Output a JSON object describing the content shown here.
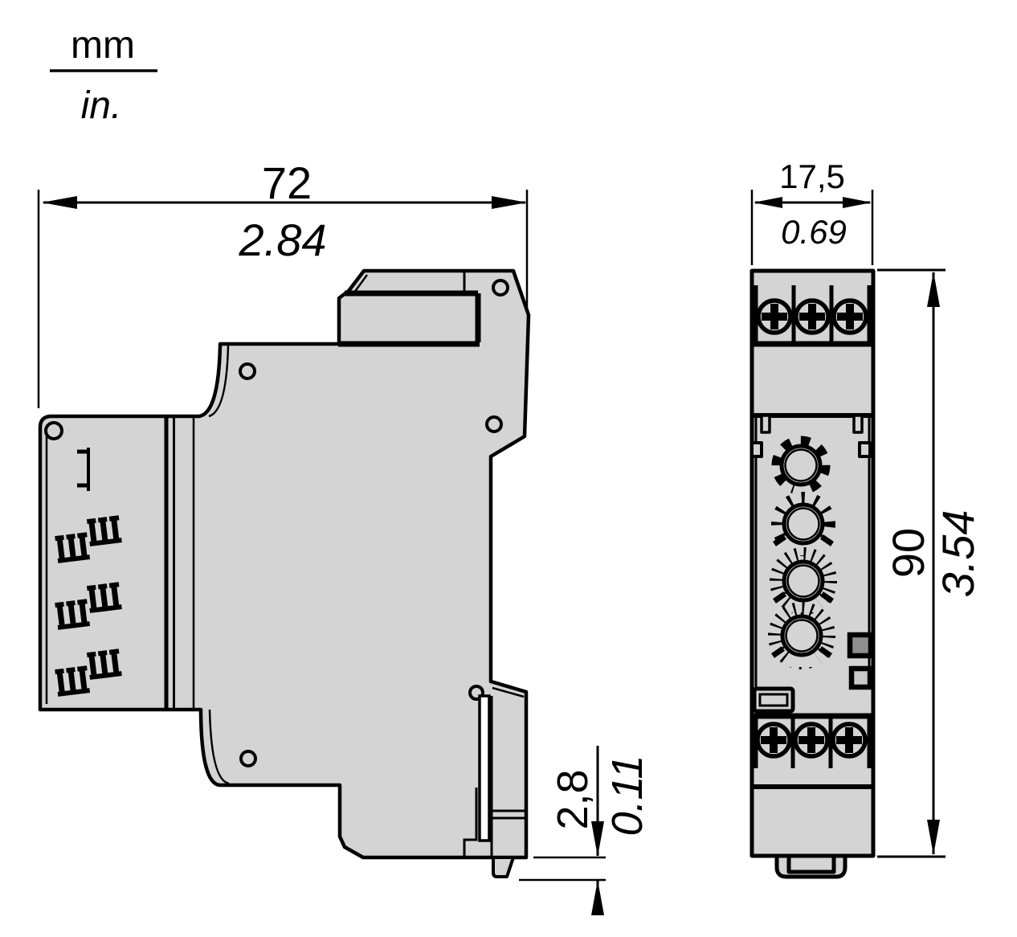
{
  "units_label": {
    "metric": "mm",
    "imperial": "in."
  },
  "dimensions": {
    "width": {
      "mm": "72",
      "inch": "2.84"
    },
    "depth": {
      "mm": "17,5",
      "inch": "0.69"
    },
    "height": {
      "mm": "90",
      "inch": "3.54"
    },
    "clip_clearance": {
      "mm": "2,8",
      "inch": "0.11"
    }
  },
  "colors": {
    "background": "#ffffff",
    "line": "#000000",
    "body_fill": "#d4d4d4",
    "led_active_fill": "#8f8f8f",
    "led_inactive_fill": "#c9c9c9",
    "slot_fill": "#ffffff"
  }
}
